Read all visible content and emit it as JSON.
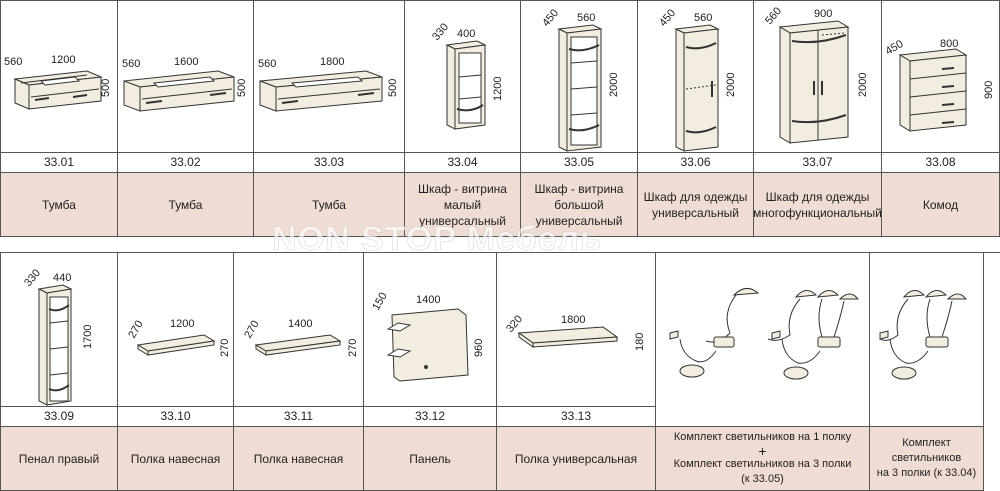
{
  "watermark": "NON STOP Мебель",
  "row1": [
    {
      "code": "33.01",
      "name": "Тумба",
      "dims": [
        "560",
        "1200",
        "500"
      ]
    },
    {
      "code": "33.02",
      "name": "Тумба",
      "dims": [
        "560",
        "1600",
        "500"
      ]
    },
    {
      "code": "33.03",
      "name": "Тумба",
      "dims": [
        "560",
        "1800",
        "500"
      ]
    },
    {
      "code": "33.04",
      "name": "Шкаф - витрина малый универсальный",
      "dims": [
        "330",
        "400",
        "1200"
      ]
    },
    {
      "code": "33.05",
      "name": "Шкаф - витрина большой универсальный",
      "dims": [
        "450",
        "560",
        "2000"
      ]
    },
    {
      "code": "33.06",
      "name": "Шкаф для одежды универсальный",
      "dims": [
        "450",
        "560",
        "2000"
      ]
    },
    {
      "code": "33.07",
      "name": "Шкаф для одежды многофункциональный",
      "dims": [
        "560",
        "900",
        "2000"
      ]
    },
    {
      "code": "33.08",
      "name": "Комод",
      "dims": [
        "450",
        "800",
        "900"
      ]
    }
  ],
  "row2": [
    {
      "code": "33.09",
      "name": "Пенал правый",
      "dims": [
        "330",
        "440",
        "1700"
      ]
    },
    {
      "code": "33.10",
      "name": "Полка навесная",
      "dims": [
        "270",
        "1200",
        "270"
      ]
    },
    {
      "code": "33.11",
      "name": "Полка навесная",
      "dims": [
        "270",
        "1400",
        "270"
      ]
    },
    {
      "code": "33.12",
      "name": "Панель",
      "dims": [
        "150",
        "1400",
        "960"
      ]
    },
    {
      "code": "33.13",
      "name": "Полка универсальная",
      "dims": [
        "320",
        "1800",
        "180"
      ]
    }
  ],
  "lamps": {
    "line1": "Комплект светильников на 1 полку",
    "plus": "+",
    "line2": "Комплект светильников на 3 полки",
    "line3": "(к 33.05)",
    "kit2_line1": "Комплект",
    "kit2_line2": "светильников",
    "kit2_line3": "на 3 полки (к 33.04)"
  }
}
